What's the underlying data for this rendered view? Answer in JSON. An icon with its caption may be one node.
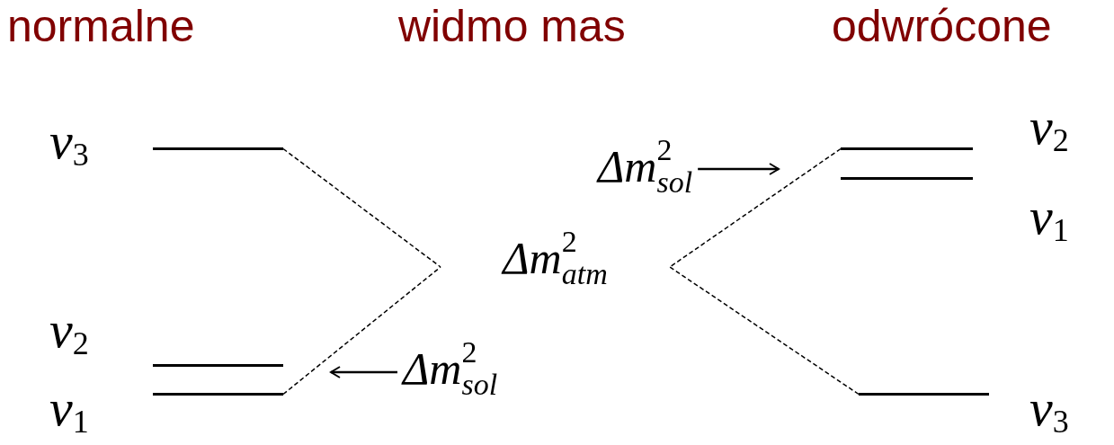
{
  "diagram": {
    "nodes": [
      {
        "text": [],
        "shape": "bar",
        "beside": [
          "ν$_{3}$"
        ]
      },
      {
        "text": [],
        "shape": "bar",
        "beside": [
          "ν$_{2}$"
        ]
      },
      {
        "text": [],
        "shape": "bar",
        "beside": [
          "ν$_{1}$"
        ]
      },
      {
        "text": [],
        "shape": "bar",
        "beside": [
          "ν$_{2}$"
        ]
      },
      {
        "text": [],
        "shape": "bar",
        "beside": [
          "ν$_{1}$"
        ]
      },
      {
        "text": [],
        "shape": "bar",
        "beside": [
          "ν$_{3}$"
        ]
      },
      {
        "text": [
          "Δm$^{2}$$_{atm}$"
        ]
      },
      {
        "text": [
          "Δm$^{2}$$_{sol}$"
        ]
      },
      {
        "text": [
          "Δm$^{2}$$_{sol}$"
        ]
      }
    ],
    "edges": [
      {
        "from": 0,
        "to": 6,
        "arrow": "none",
        "style": "dashed"
      },
      {
        "from": 2,
        "to": 6,
        "arrow": "none",
        "style": "dashed"
      },
      {
        "from": 3,
        "to": 6,
        "arrow": "none",
        "style": "dashed"
      },
      {
        "from": 5,
        "to": 6,
        "arrow": "none",
        "style": "dashed"
      },
      {
        "from": 7,
        "to": null,
        "arrow": "to"
      },
      {
        "from": 8,
        "to": null,
        "arrow": "to"
      }
    ],
    "labels": [
      "normalne",
      "widmo mas",
      "odwrócone"
    ]
  }
}
